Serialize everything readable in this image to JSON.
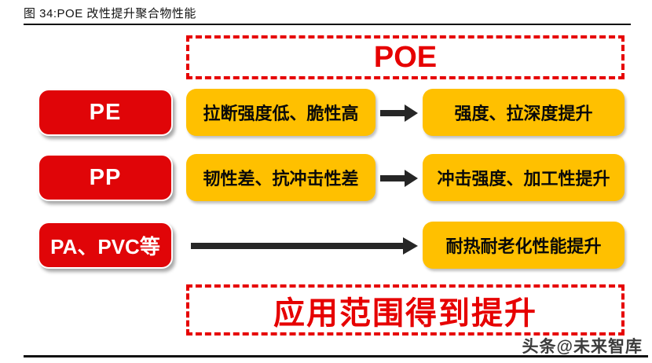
{
  "colors": {
    "box-red": "#e00508",
    "box-gold": "#ffc000",
    "accent-red": "#e60000",
    "arrow-dark": "#262626",
    "text-dark": "#111111"
  },
  "header": {
    "figure_label": "图 34:POE 改性提升聚合物性能"
  },
  "diagram": {
    "top_box": {
      "label": "POE"
    },
    "rows": [
      {
        "material": "PE",
        "problem": "拉断强度低、脆性高",
        "improvement": "强度、拉深度提升"
      },
      {
        "material": "PP",
        "problem": "韧性差、抗冲击性差",
        "improvement": "冲击强度、加工性提升"
      },
      {
        "material": "PA、PVC等",
        "improvement": "耐热耐老化性能提升"
      }
    ],
    "bottom_box": {
      "label": "应用范围得到提升"
    }
  },
  "watermark": {
    "text": "头条@未来智库"
  }
}
